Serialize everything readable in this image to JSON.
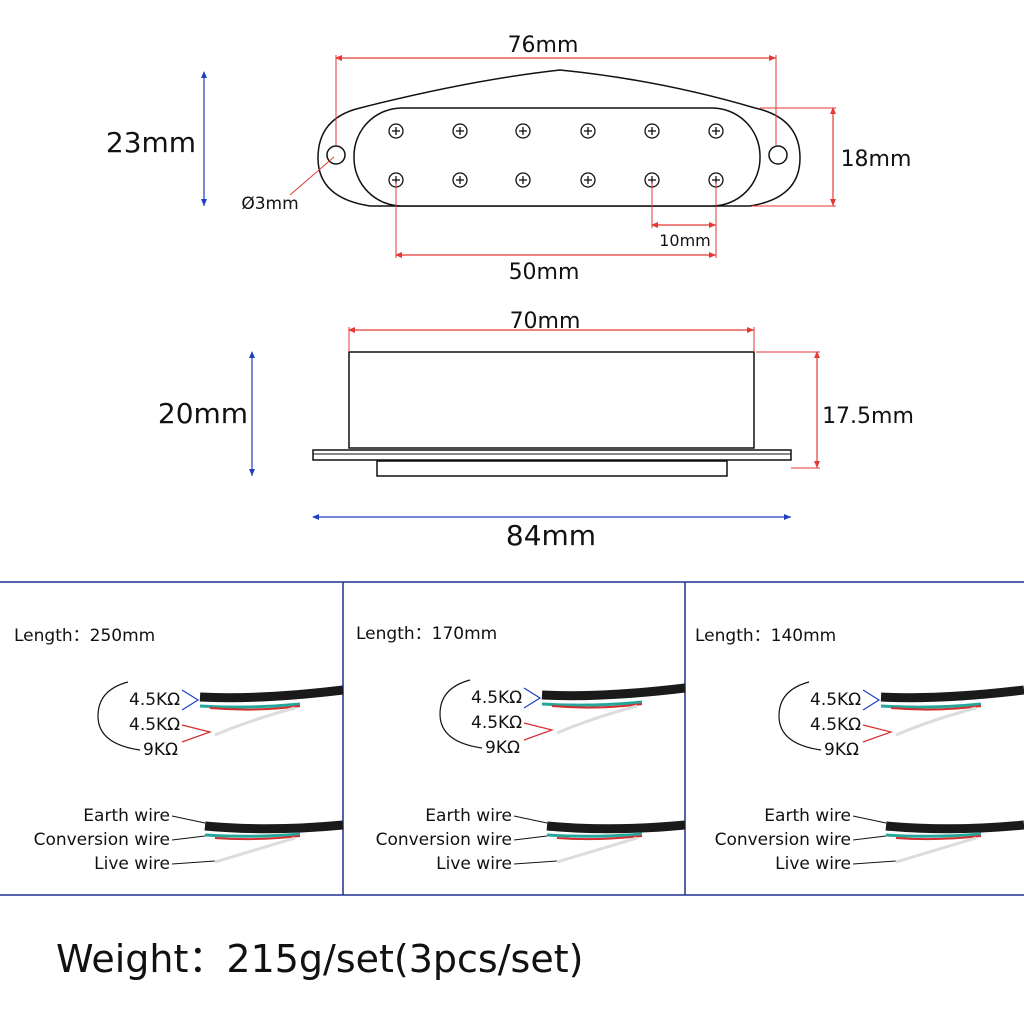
{
  "top_view": {
    "overall_length": "76mm",
    "overall_width": "23mm",
    "cover_width": "18mm",
    "hole_diameter": "Ø3mm",
    "pole_spacing": "10mm",
    "pole_span": "50mm"
  },
  "side_view": {
    "cover_length": "70mm",
    "total_height": "20mm",
    "cover_height": "17.5mm",
    "base_length": "84mm"
  },
  "variants": [
    {
      "length": "Length：250mm",
      "resistances": [
        "4.5KΩ",
        "4.5KΩ",
        "9KΩ"
      ],
      "wires": [
        "Earth wire",
        "Conversion wire",
        "Live wire"
      ]
    },
    {
      "length": "Length：170mm",
      "resistances": [
        "4.5KΩ",
        "4.5KΩ",
        "9KΩ"
      ],
      "wires": [
        "Earth wire",
        "Conversion wire",
        "Live wire"
      ]
    },
    {
      "length": "Length：140mm",
      "resistances": [
        "4.5KΩ",
        "4.5KΩ",
        "9KΩ"
      ],
      "wires": [
        "Earth wire",
        "Conversion wire",
        "Live wire"
      ]
    }
  ],
  "weight": "Weight：215g/set(3pcs/set)",
  "colors": {
    "dimension_red": "#e53935",
    "dimension_blue": "#1e3fbf",
    "outline": "#111111",
    "wire_black": "#1a1a1a",
    "wire_red": "#d32f2f",
    "wire_teal": "#26a69a",
    "wire_white": "#dcdcdc"
  }
}
